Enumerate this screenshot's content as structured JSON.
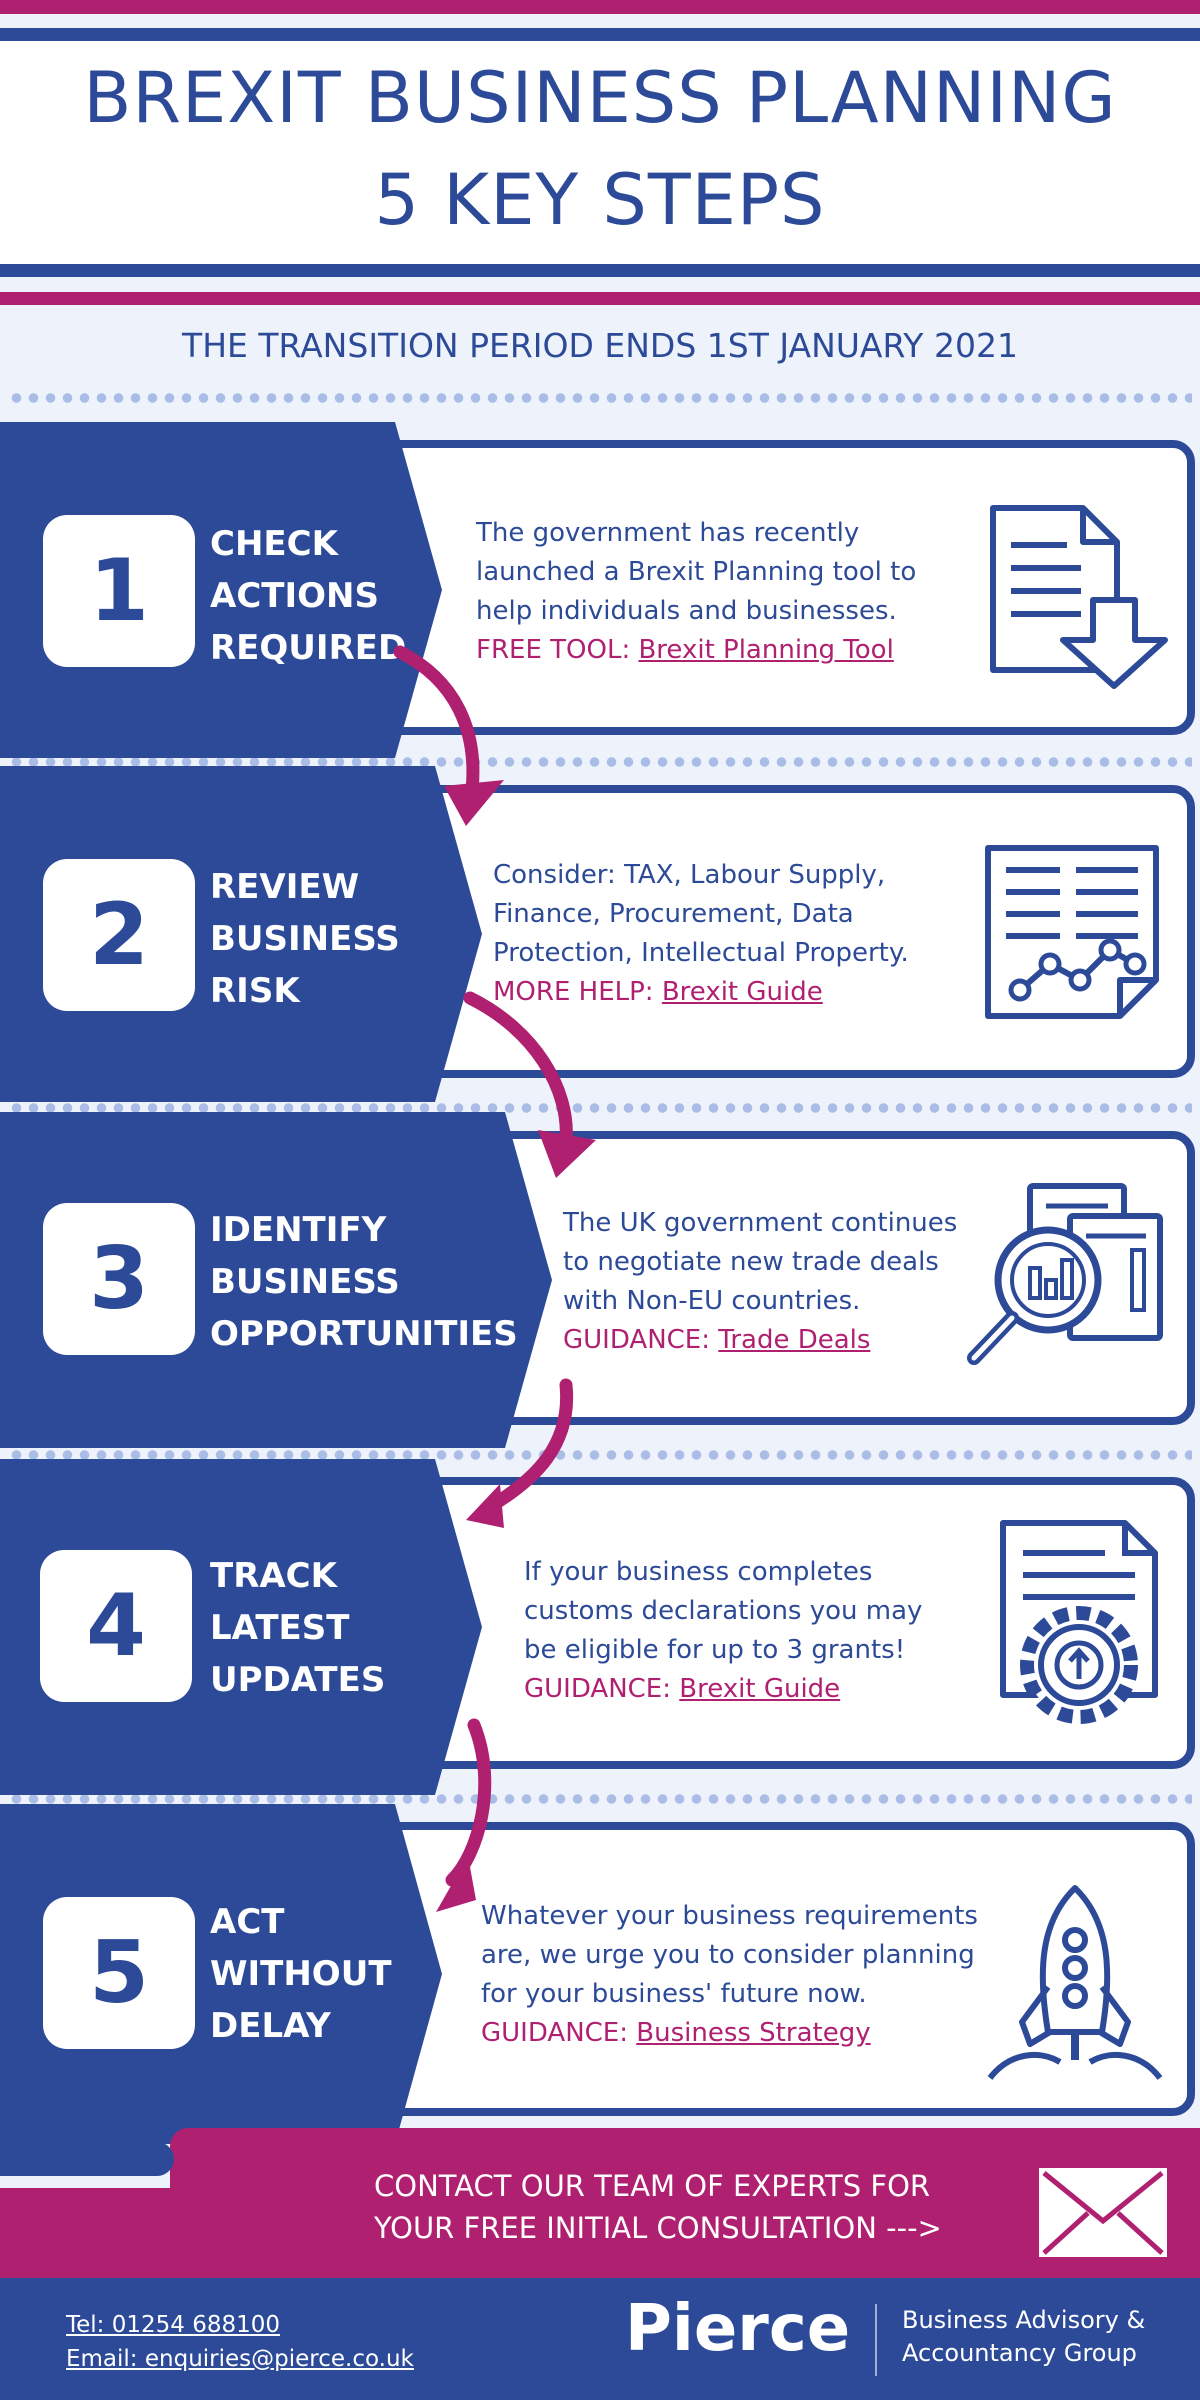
{
  "header": {
    "title_line1": "BREXIT BUSINESS PLANNING",
    "title_line2": "5 KEY STEPS",
    "subtitle": "THE TRANSITION PERIOD ENDS 1ST JANUARY 2021"
  },
  "steps": [
    {
      "number": "1",
      "label": [
        "CHECK",
        "ACTIONS",
        "REQUIRED"
      ],
      "body": [
        "The government has recently",
        "launched a Brexit Planning tool to",
        "help individuals and businesses."
      ],
      "link_prefix": "FREE TOOL:",
      "link_text": "Brexit Planning Tool",
      "icon": "document-download-icon"
    },
    {
      "number": "2",
      "label": [
        "REVIEW",
        "BUSINESS",
        "RISK"
      ],
      "body": [
        "Consider: TAX, Labour Supply,",
        "Finance, Procurement, Data",
        "Protection, Intellectual Property."
      ],
      "link_prefix": "MORE HELP:",
      "link_text": "Brexit Guide",
      "icon": "report-chart-icon"
    },
    {
      "number": "3",
      "label": [
        "IDENTIFY",
        "BUSINESS",
        "OPPORTUNITIES"
      ],
      "body": [
        "The UK government continues",
        "to negotiate new trade deals",
        "with Non-EU countries."
      ],
      "link_prefix": "GUIDANCE:",
      "link_text": "Trade Deals",
      "icon": "magnifier-analysis-icon"
    },
    {
      "number": "4",
      "label": [
        "TRACK",
        "LATEST",
        "UPDATES"
      ],
      "body": [
        "If your business completes",
        "customs declarations you may",
        "be eligible for up to 3 grants!"
      ],
      "link_prefix": "GUIDANCE:",
      "link_text": "Brexit Guide",
      "icon": "document-gear-icon"
    },
    {
      "number": "5",
      "label": [
        "ACT",
        "WITHOUT",
        "DELAY"
      ],
      "body": [
        "Whatever your business requirements",
        "are, we urge you to consider planning",
        "for your business' future now."
      ],
      "link_prefix": "GUIDANCE:",
      "link_text": "Business Strategy",
      "icon": "rocket-icon"
    }
  ],
  "cta": {
    "line1": "CONTACT OUR TEAM OF EXPERTS FOR",
    "line2": "YOUR FREE INITIAL CONSULTATION --->",
    "icon": "envelope-icon"
  },
  "footer": {
    "tel": "Tel: 01254 688100",
    "email": "Email: enquiries@pierce.co.uk",
    "brand": "Pierce",
    "tagline_line1": "Business Advisory &",
    "tagline_line2": "Accountancy Group"
  },
  "colors": {
    "primary": "#2c4a97",
    "accent": "#b02070",
    "background": "#eef3fb"
  }
}
